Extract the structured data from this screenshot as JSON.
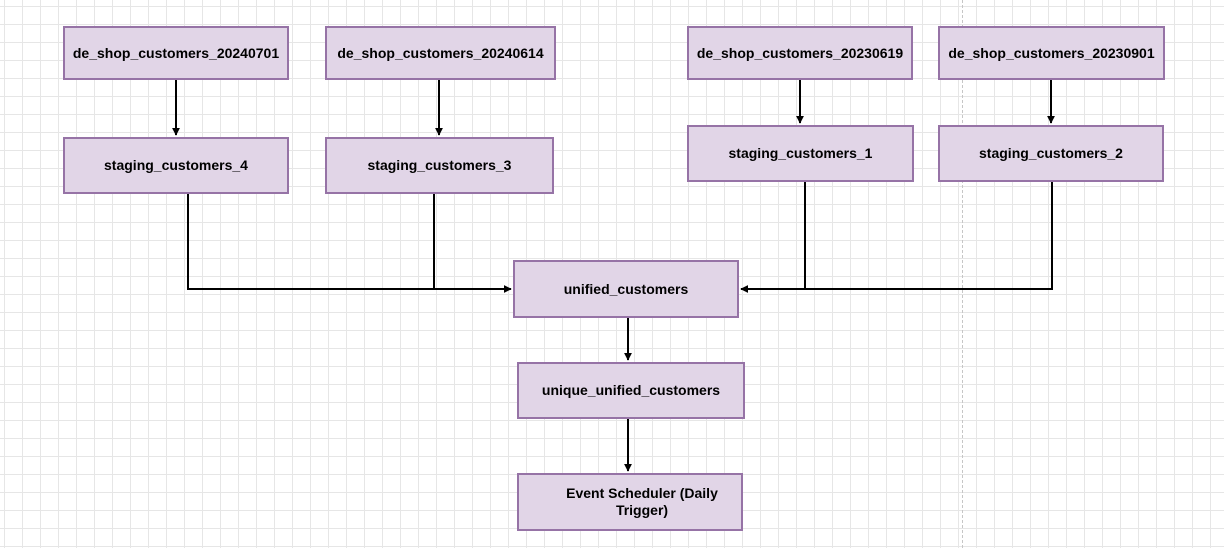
{
  "diagram": {
    "nodes": {
      "src_20240701": "de_shop_customers_20240701",
      "src_20240614": "de_shop_customers_20240614",
      "src_20230619": "de_shop_customers_20230619",
      "src_20230901": "de_shop_customers_20230901",
      "staging_4": "staging_customers_4",
      "staging_3": "staging_customers_3",
      "staging_1": "staging_customers_1",
      "staging_2": "staging_customers_2",
      "unified": "unified_customers",
      "unique_unified": "unique_unified_customers",
      "event_scheduler": "Event Scheduler (Daily Trigger)"
    },
    "edges": [
      [
        "de_shop_customers_20240701",
        "staging_customers_4"
      ],
      [
        "de_shop_customers_20240614",
        "staging_customers_3"
      ],
      [
        "de_shop_customers_20230619",
        "staging_customers_1"
      ],
      [
        "de_shop_customers_20230901",
        "staging_customers_2"
      ],
      [
        "staging_customers_4",
        "unified_customers"
      ],
      [
        "staging_customers_3",
        "unified_customers"
      ],
      [
        "staging_customers_1",
        "unified_customers"
      ],
      [
        "staging_customers_2",
        "unified_customers"
      ],
      [
        "unified_customers",
        "unique_unified_customers"
      ],
      [
        "unique_unified_customers",
        "Event Scheduler (Daily Trigger)"
      ]
    ],
    "style": {
      "node_fill": "#e1d5e7",
      "node_stroke": "#9673a6",
      "edge_color": "#000000",
      "grid_color": "#e6e6e6"
    }
  }
}
